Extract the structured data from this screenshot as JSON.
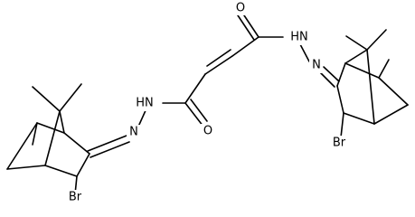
{
  "molecule": {
    "labels": {
      "o_top": "O",
      "o_bottom": "O",
      "nh_left": "HN",
      "nh_right": "HN",
      "n_left": "N",
      "n_right": "N",
      "br_left": "Br",
      "br_right": "Br"
    }
  }
}
